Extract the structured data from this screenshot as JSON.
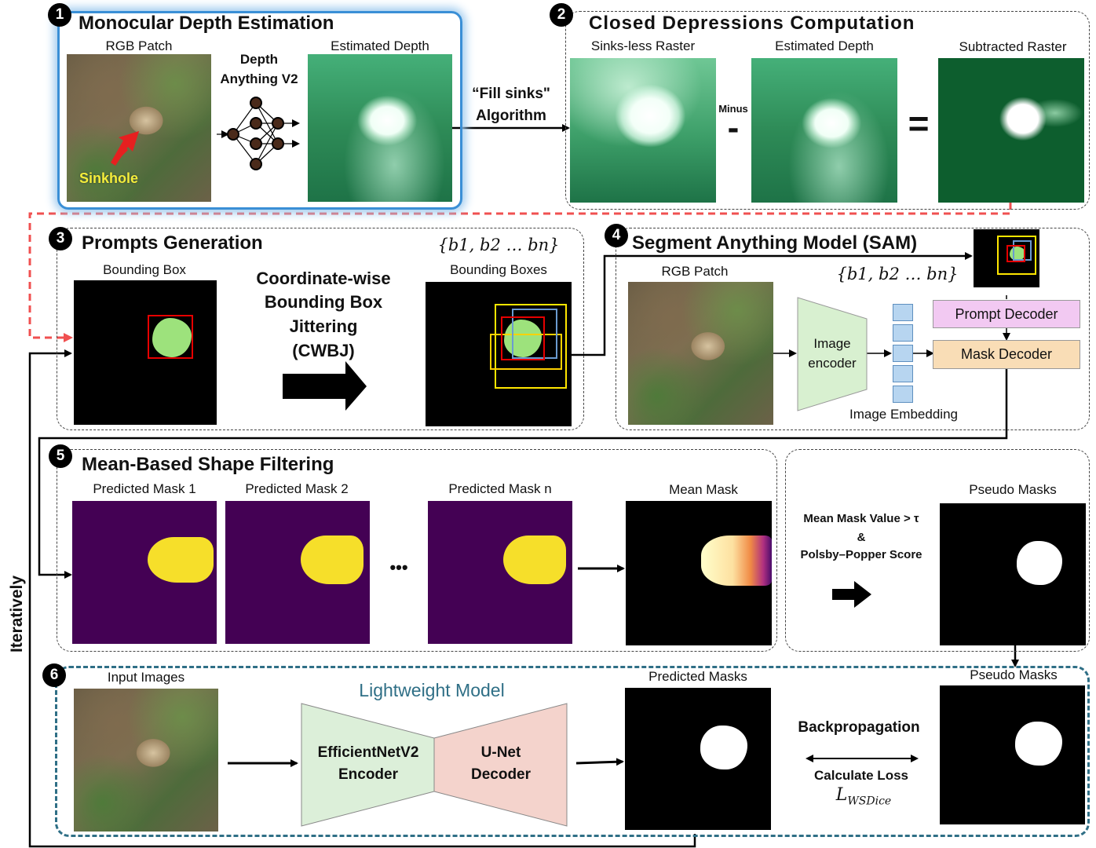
{
  "section1": {
    "num": "1",
    "title": "Monocular  Depth Estimation",
    "rgb_label": "RGB Patch",
    "model_line1": "Depth",
    "model_line2": "Anything V2",
    "depth_label": "Estimated Depth",
    "sinkhole": "Sinkhole"
  },
  "fill_sinks": {
    "line1": "“Fill sinks\"",
    "line2": "Algorithm"
  },
  "section2": {
    "num": "2",
    "title": "Closed Depressions Computation",
    "sinkless_label": "Sinks-less Raster",
    "depth_label": "Estimated Depth",
    "subtracted_label": "Subtracted Raster",
    "minus_word": "Minus",
    "minus_sign": "-",
    "equals_sign": "="
  },
  "section3": {
    "num": "3",
    "title": "Prompts Generation",
    "bbox_label": "Bounding Box",
    "method_line1": "Coordinate-wise",
    "method_line2": "Bounding Box",
    "method_line3": "Jittering",
    "method_line4": "(CWBJ)",
    "boxes_set": "{b1, b2 … bn}",
    "boxes_label": "Bounding Boxes"
  },
  "section4": {
    "num": "4",
    "title": "Segment Anything Model (SAM)",
    "rgb_label": "RGB Patch",
    "boxes_set": "{b1, b2 … bn}",
    "encoder_line1": "Image",
    "encoder_line2": "encoder",
    "embedding_label": "Image Embedding",
    "prompt_decoder": "Prompt Decoder",
    "mask_decoder": "Mask Decoder"
  },
  "section5": {
    "num": "5",
    "title": "Mean-Based Shape Filtering",
    "mask1": "Predicted Mask 1",
    "mask2": "Predicted Mask 2",
    "maskn": "Predicted Mask n",
    "ellipsis": "•••",
    "mean_mask": "Mean Mask",
    "pseudo_label": "Pseudo Masks",
    "criterion_line1": "Mean Mask Value > τ",
    "criterion_line2": "&",
    "criterion_line3": "Polsby–Popper Score"
  },
  "section6": {
    "num": "6",
    "title": "Lightweight Model",
    "input_label": "Input Images",
    "encoder_line1": "EfficientNetV2",
    "encoder_line2": "Encoder",
    "decoder_line1": "U-Net",
    "decoder_line2": "Decoder",
    "pred_label": "Predicted Masks",
    "pseudo_label": "Pseudo Masks",
    "backprop": "Backpropagation",
    "loss_label": "Calculate Loss",
    "loss_symbol": "L",
    "loss_subscript": "WSDice"
  },
  "loop_label": "Iteratively",
  "colors": {
    "red": "#e60000",
    "yellow": "#ffe600",
    "blue": "#6b9bd1",
    "green_blob": "#9de27c",
    "prompt_decoder": "#f2c9f2",
    "mask_decoder": "#f9ddb6",
    "encoder": "#d8f0d0",
    "lw_encoder": "#dcefd9",
    "lw_decoder": "#f4d3cc",
    "panel6_border": "#2f6f86",
    "dashed_red": "#f05050"
  }
}
